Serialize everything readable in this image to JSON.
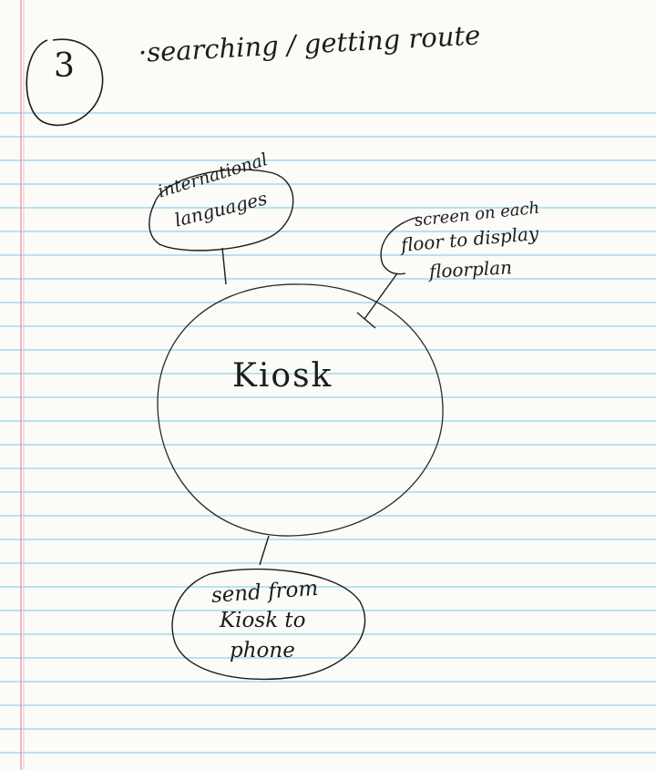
{
  "heading": "·searching / getting route",
  "step_number": "3",
  "center_node": "Kiosk",
  "nodes": {
    "international_languages": [
      "international",
      "languages"
    ],
    "screen_each_floor": [
      "screen on each",
      "floor to display",
      "floorplan"
    ],
    "send_to_phone": [
      "send from",
      "Kiosk to",
      "phone"
    ]
  },
  "colors": {
    "ruled_line": "#8fd3ea",
    "margin_line": "#f2a0b0",
    "ink": "#1c1c1c",
    "paper": "#fbfbf8"
  }
}
